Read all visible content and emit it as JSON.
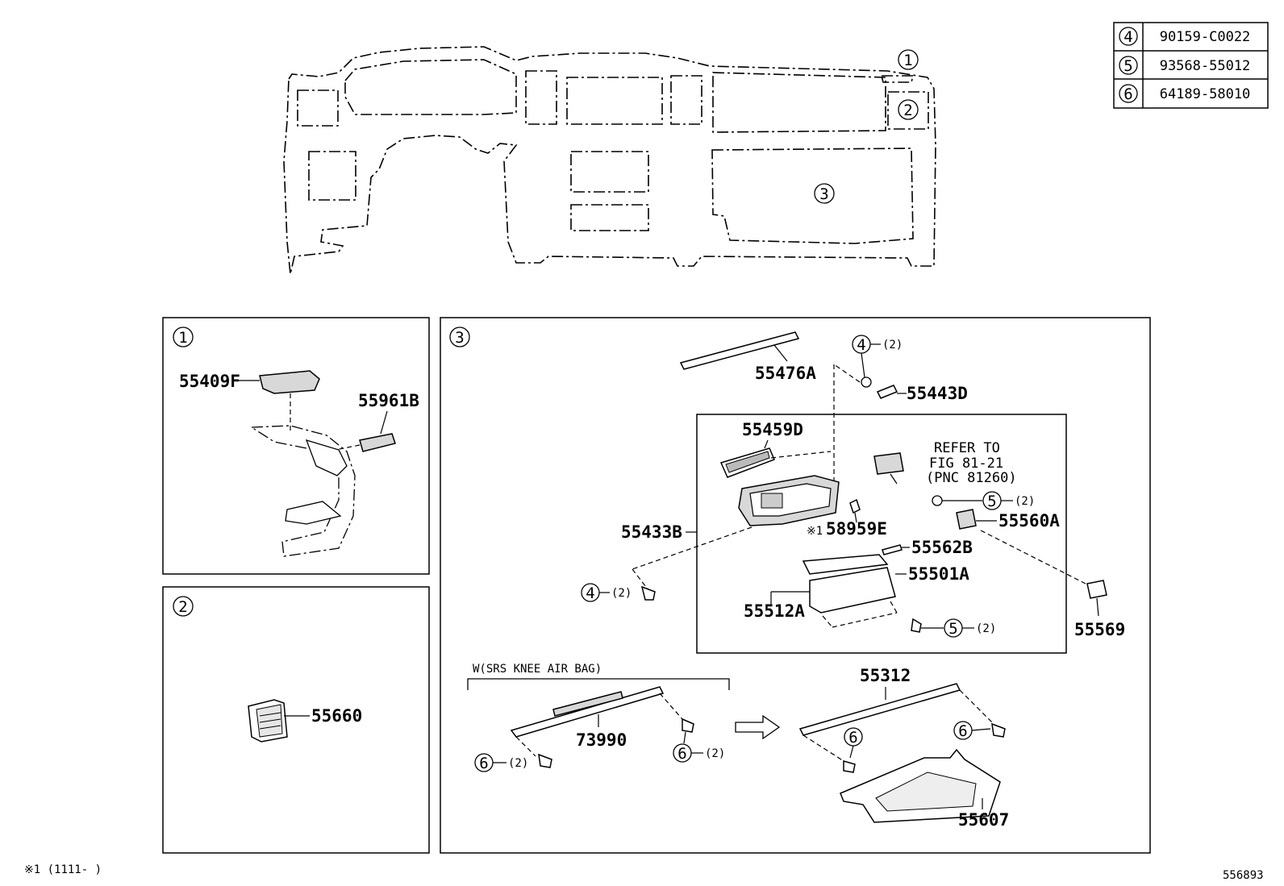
{
  "legend": [
    {
      "key": "4",
      "part": "90159-C0022"
    },
    {
      "key": "5",
      "part": "93568-55012"
    },
    {
      "key": "6",
      "part": "64189-58010"
    }
  ],
  "overview": {
    "callouts": [
      "1",
      "2",
      "3"
    ]
  },
  "panel1": {
    "id": "1",
    "parts": {
      "p55409F": "55409F",
      "p55961B": "55961B"
    }
  },
  "panel2": {
    "id": "2",
    "parts": {
      "p55660": "55660"
    }
  },
  "panel3": {
    "id": "3",
    "parts": {
      "p55476A": "55476A",
      "p55443D": "55443D",
      "p55459D": "55459D",
      "p55433B": "55433B",
      "p58959E": "58959E",
      "p55560A": "55560A",
      "p55562B": "55562B",
      "p55501A": "55501A",
      "p55512A": "55512A",
      "p55569": "55569",
      "p73990": "73990",
      "p55312": "55312",
      "p55607": "55607"
    },
    "refer": {
      "line1": "REFER TO",
      "line2": "FIG 81-21",
      "line3": "(PNC 81260)"
    },
    "note_mark": "※1",
    "srs_label": "W(SRS KNEE AIR BAG)",
    "qty": "(2)",
    "keys": {
      "k4": "4",
      "k5": "5",
      "k6": "6"
    }
  },
  "footer": {
    "note": "※1 (1111-     )",
    "code": "556893"
  }
}
